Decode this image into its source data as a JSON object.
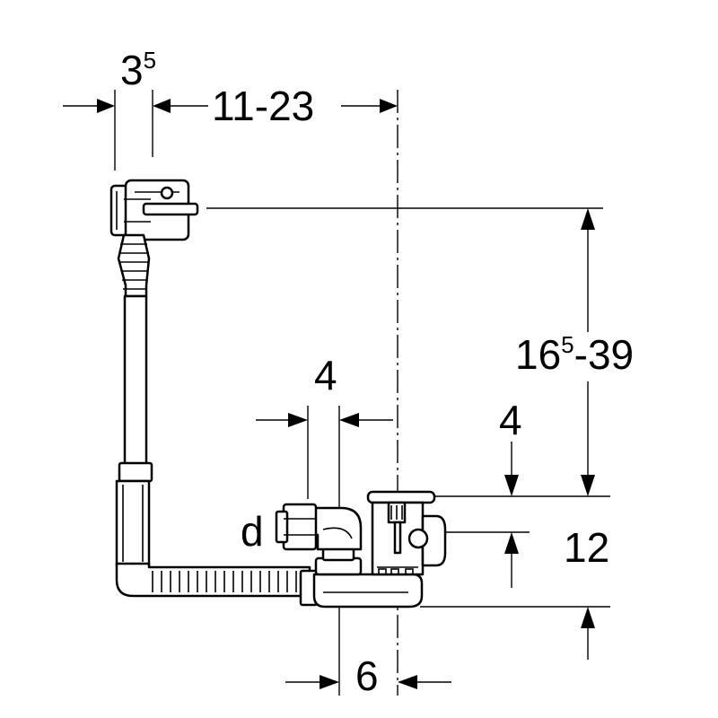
{
  "dimensions": {
    "top_left": {
      "base": "3",
      "sup": "5"
    },
    "top_span": "11-23",
    "right_height": {
      "pre": "16",
      "sup": "5",
      "post": "-39"
    },
    "overflow_offset": "4",
    "right_rim": "4",
    "right_lower": "12",
    "bottom": "6",
    "pipe_diameter_label": "d"
  },
  "colors": {
    "line": "#000000",
    "background": "#ffffff"
  }
}
